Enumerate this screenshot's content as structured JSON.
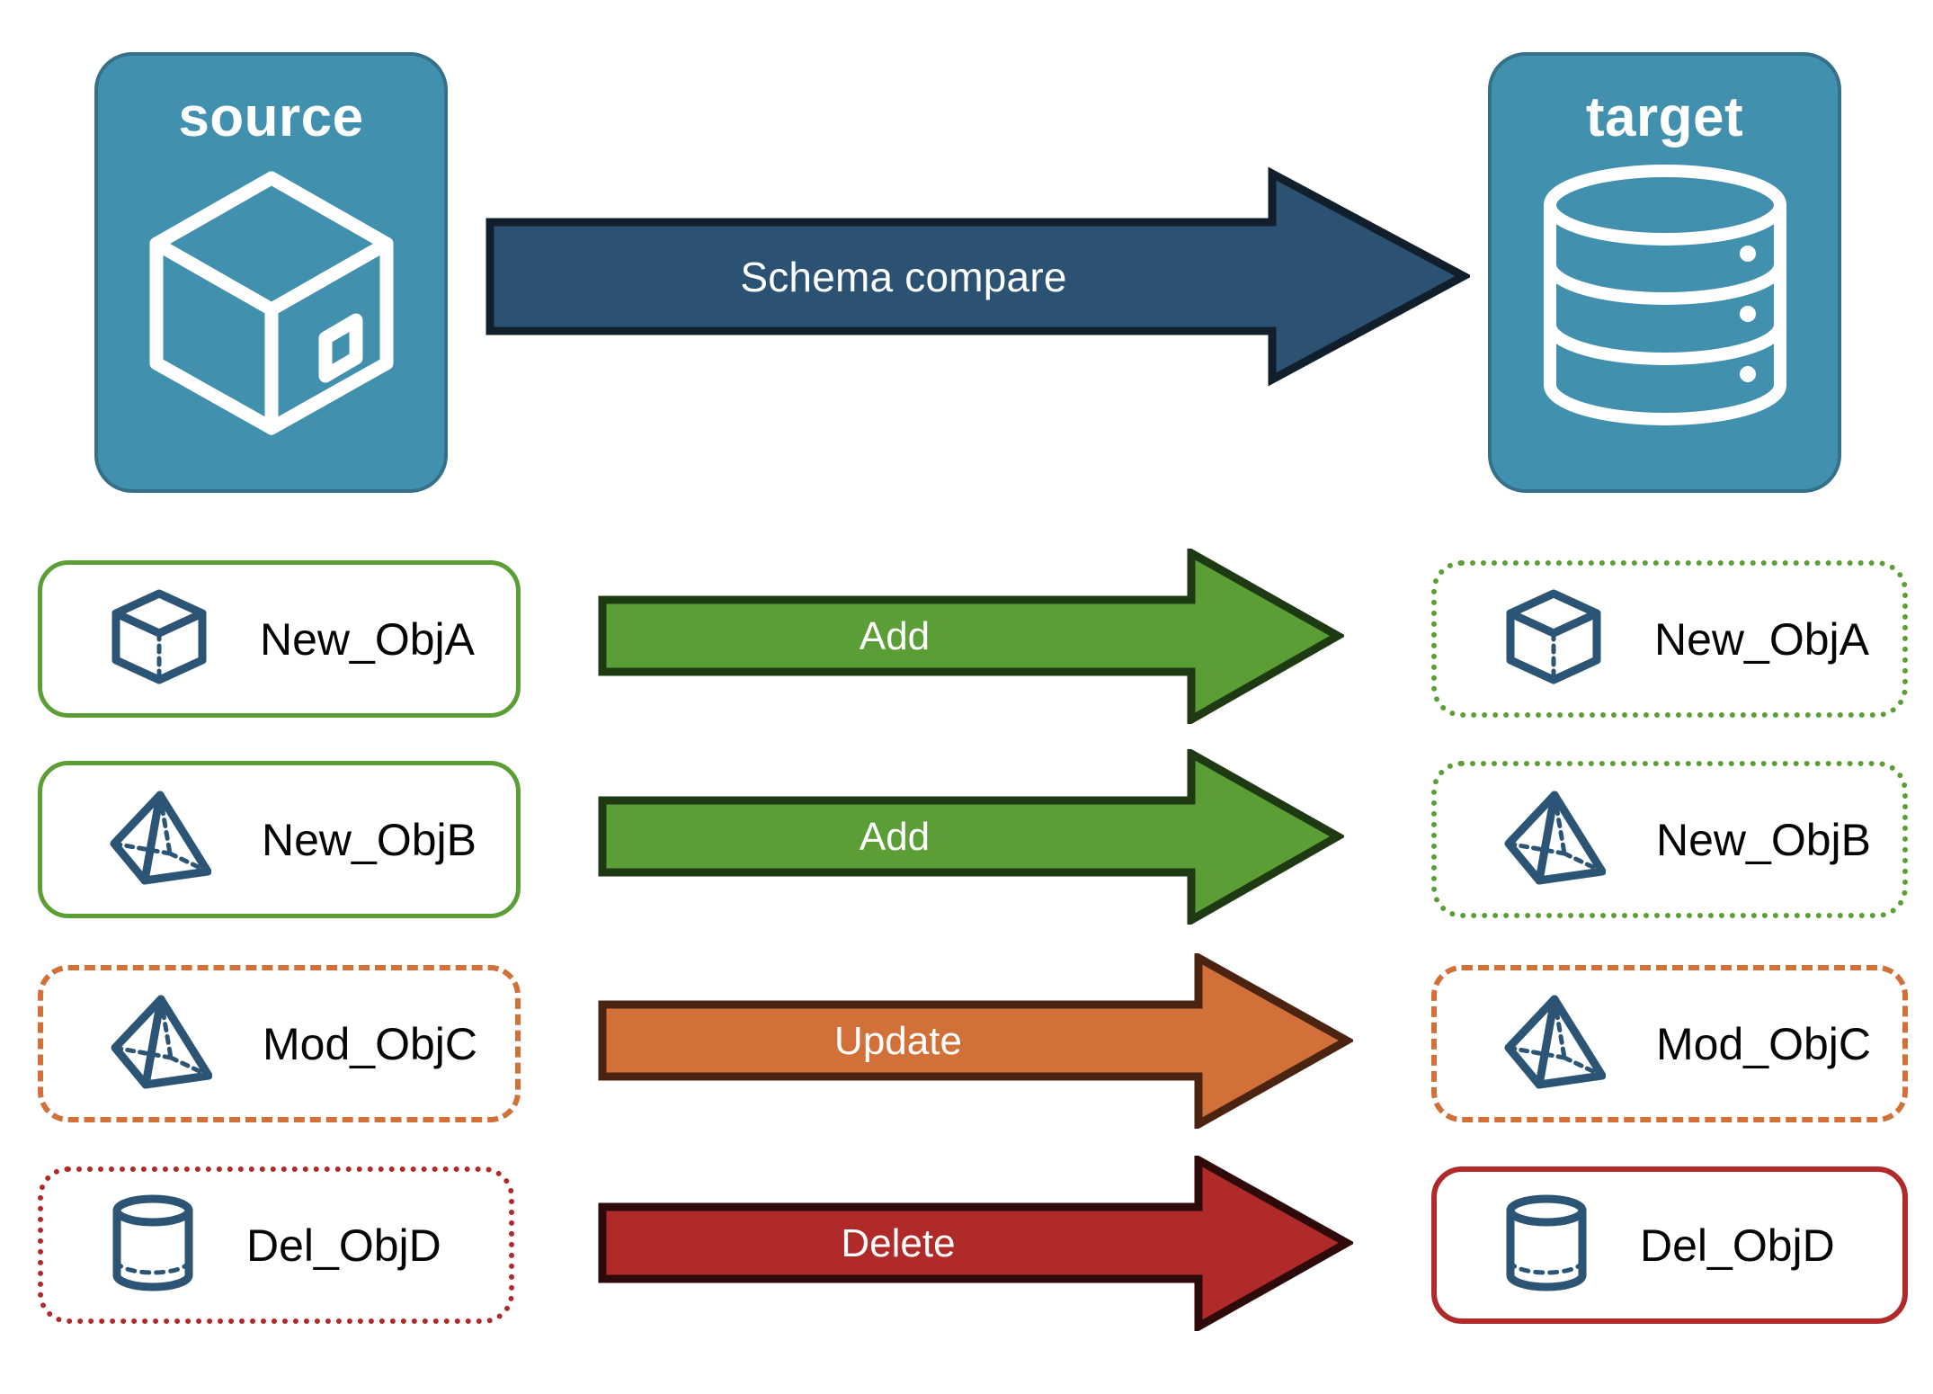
{
  "diagram": {
    "title_source": "source",
    "title_target": "target",
    "main_arrow_label": "Schema compare",
    "colors": {
      "panel_fill": "#4090AE",
      "panel_stroke": "#35708A",
      "compare_arrow_fill": "#2B5272",
      "compare_arrow_stroke": "#101F2B",
      "add_fill": "#5C9E36",
      "add_stroke": "#1E3A12",
      "update_fill": "#D2703A",
      "update_stroke": "#4A2410",
      "delete_fill": "#B02A2A",
      "delete_stroke": "#2E0A0A",
      "object_icon": "#2C5575",
      "label_text": "#050505"
    },
    "source_panel_icon": "package-box-icon",
    "target_panel_icon": "database-cylinder-icon",
    "rows": [
      {
        "source_label": "New_ObjA",
        "target_label": "New_ObjA",
        "action": "Add",
        "icon": "cube-icon",
        "source_border": "green-solid",
        "target_border": "green-dotted",
        "arrow_color": "add"
      },
      {
        "source_label": "New_ObjB",
        "target_label": "New_ObjB",
        "action": "Add",
        "icon": "pyramid-icon",
        "source_border": "green-solid",
        "target_border": "green-dotted",
        "arrow_color": "add"
      },
      {
        "source_label": "Mod_ObjC",
        "target_label": "Mod_ObjC",
        "action": "Update",
        "icon": "pyramid-icon",
        "source_border": "orange-dashed",
        "target_border": "orange-dashed",
        "arrow_color": "update"
      },
      {
        "source_label": "Del_ObjD",
        "target_label": "Del_ObjD",
        "action": "Delete",
        "icon": "cylinder-icon",
        "source_border": "red-dotted",
        "target_border": "red-solid",
        "arrow_color": "delete"
      }
    ]
  }
}
